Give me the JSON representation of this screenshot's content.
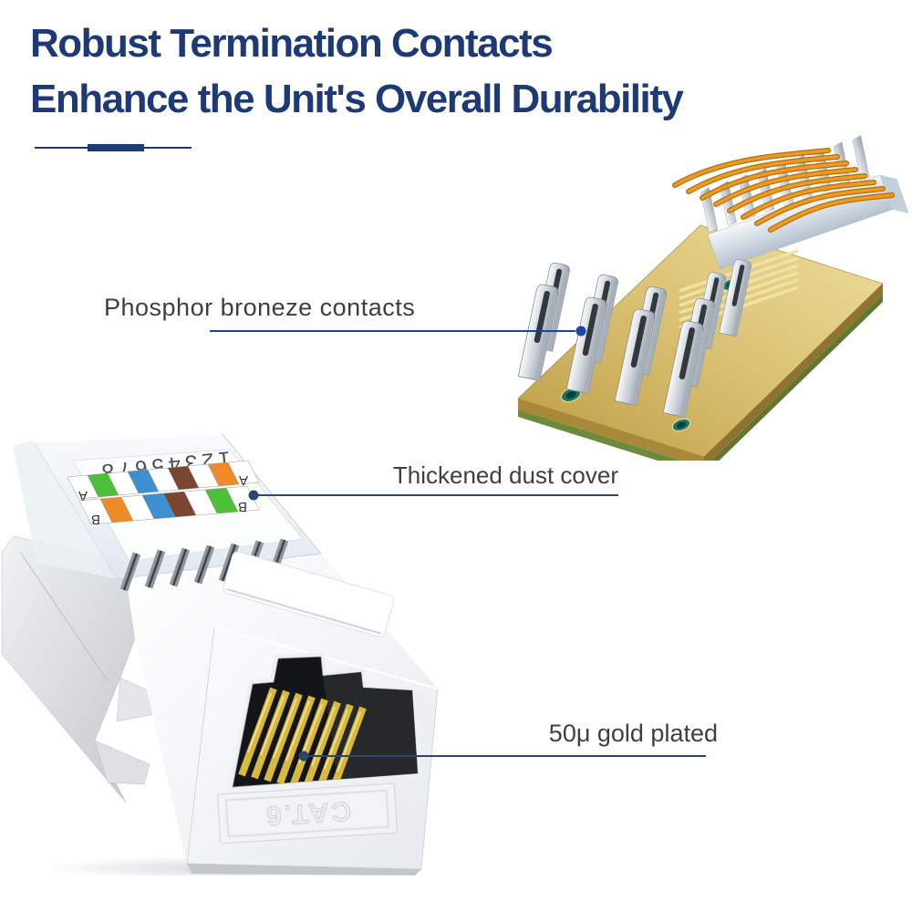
{
  "title": {
    "line1": "Robust Termination Contacts",
    "line2": "Enhance the Unit's Overall Durability",
    "color": "#1e3a76"
  },
  "divider": {
    "color": "#1e3a76"
  },
  "callouts": {
    "phosphor": {
      "label": "Phosphor broneze contacts",
      "line_color": "#1d43a3"
    },
    "dust_cover": {
      "label": "Thickened dust cover",
      "line_color": "#2b4673"
    },
    "gold": {
      "label": "50μ gold plated",
      "line_color": "#27476e"
    }
  },
  "label_text_color": "#3d4043",
  "keystone_jack": {
    "cat_label": "CAT.6",
    "wiring_label": {
      "numbers": "12345678",
      "row_a": {
        "letter": "A",
        "colors": [
          "#4fbe3a",
          "#ffffff",
          "#3c8fd0",
          "#ffffff",
          "#7b4631",
          "#ffffff",
          "#f08a28"
        ]
      },
      "row_b": {
        "letter": "B",
        "colors": [
          "#f08a28",
          "#ffffff",
          "#3c8fd0",
          "#7b4631",
          "#ffffff",
          "#4fbe3a"
        ]
      }
    },
    "body_color": "#f4f6f8",
    "port_interior_color": "#141518",
    "pin_gold_color": "#d8b93f"
  },
  "contacts_module": {
    "pcb_gold_color": "#cdab50",
    "pcb_edge_green_color": "#6d8a3c",
    "hole_color": "#157868",
    "blade_silver_color": "#dfe3e8",
    "wire_orange_color": "#ee9a1f"
  }
}
